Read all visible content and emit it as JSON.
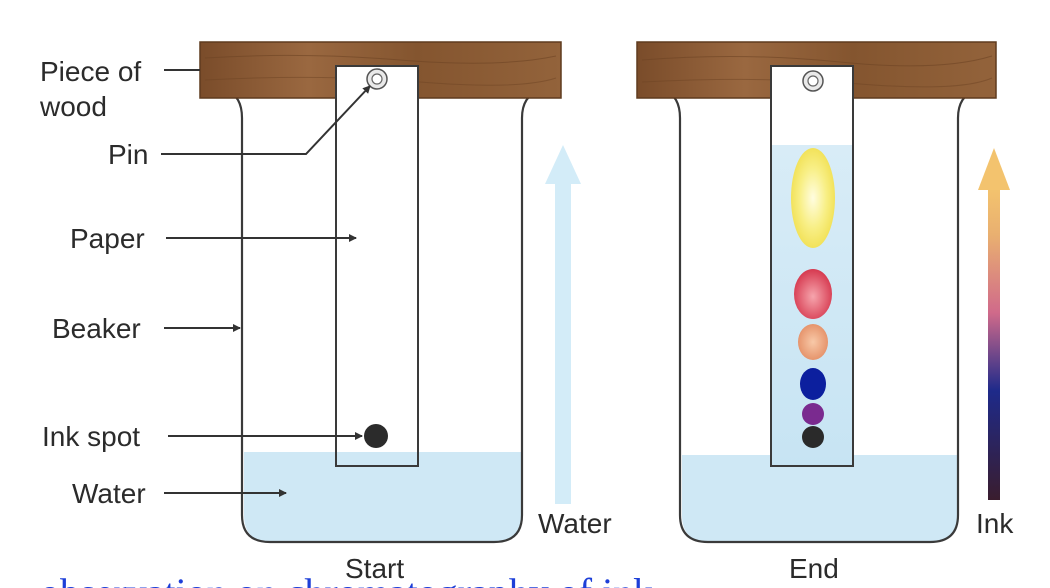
{
  "labels": {
    "piece_of_wood_line1": "Piece of",
    "piece_of_wood_line2": "wood",
    "pin": "Pin",
    "paper": "Paper",
    "beaker": "Beaker",
    "ink_spot": "Ink spot",
    "water": "Water"
  },
  "captions": {
    "start": "Start",
    "end": "End",
    "water_arrow": "Water",
    "ink_arrow": "Ink"
  },
  "footer_text": "observation on chromatography of ink",
  "colors": {
    "wood": "#8a5a34",
    "wood_dark": "#5f3b1f",
    "water": "#cfe8f5",
    "water_arrow": "#d3ecf8",
    "outline": "#3a3a3a",
    "text": "#2b2b2b",
    "footer": "#1d3fd8",
    "ink_black": "#2b2b2b",
    "band_yellow": "#f6ec70",
    "band_red": "#e25768",
    "band_orange": "#eea27e",
    "band_blue": "#0c1f9e",
    "band_purple": "#7a2a8f",
    "band_black": "#2a2a2a"
  }
}
